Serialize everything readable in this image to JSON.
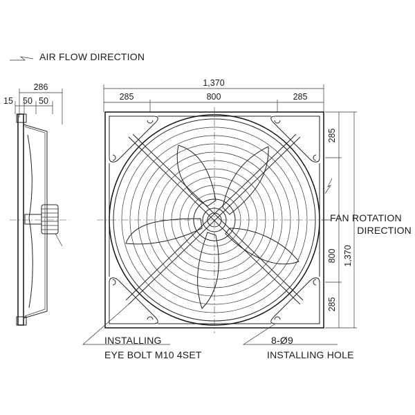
{
  "legend": {
    "airflow_label": "AIR FLOW DIRECTION"
  },
  "side_view": {
    "overall_depth": "286",
    "depth_a": "15",
    "depth_b": "50",
    "depth_c": "50"
  },
  "front_view": {
    "overall_width": "1,370",
    "width_left": "285",
    "width_center": "800",
    "width_right": "285",
    "overall_height": "1,370",
    "height_top": "285",
    "height_center": "800",
    "height_bottom": "285"
  },
  "callouts": {
    "rotation_line1": "FAN ROTATION",
    "rotation_line2": "DIRECTION",
    "eyebolt_line1": "INSTALLING",
    "eyebolt_line2": "EYE BOLT M10 4SET",
    "hole_line1": "8-Ø9",
    "hole_line2": "INSTALLING HOLE"
  }
}
